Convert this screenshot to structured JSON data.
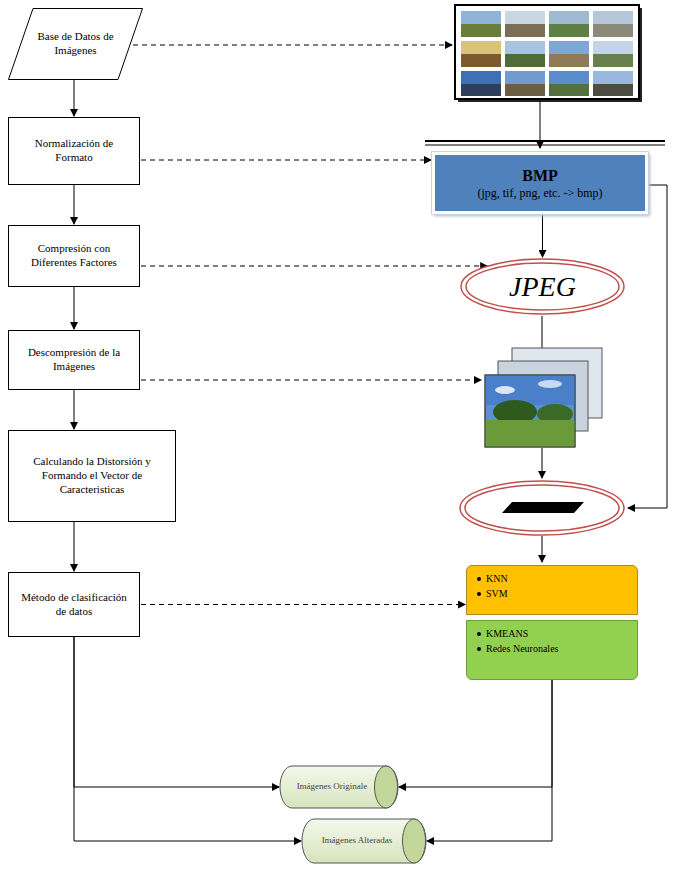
{
  "diagram": {
    "nodes": [
      {
        "text": [
          "Base de Datos de Imágenes"
        ]
      },
      {
        "text": [
          "Normalización de Formato"
        ]
      },
      {
        "text": [
          "Compresión con Diferentes Factores"
        ]
      },
      {
        "text": [
          "Descompresión de la Imágenes"
        ]
      },
      {
        "text": [
          "Calculando la Distorsión y Formando el Vector de Caracteristicas"
        ]
      },
      {
        "text": [
          "Método de clasificación de datos"
        ]
      },
      {
        "text": [
          "BMP",
          "(jpg, tif, png, etc. -> bmp)"
        ]
      },
      {
        "text": [
          "JPEG"
        ]
      },
      {
        "text": [
          "KNN",
          "SVM"
        ]
      },
      {
        "text": [
          "KMEANS",
          "Redes Neuronales"
        ]
      },
      {
        "text": [
          "Imágenes Originale"
        ]
      },
      {
        "text": [
          "Imágenes Alteradas"
        ]
      }
    ],
    "edges": [
      {
        "from": 0,
        "to": 1,
        "arrow": "to"
      },
      {
        "from": 1,
        "to": 2,
        "arrow": "to"
      },
      {
        "from": 2,
        "to": 3,
        "arrow": "to"
      },
      {
        "from": 3,
        "to": 4,
        "arrow": "to"
      },
      {
        "from": 4,
        "to": 5,
        "arrow": "to"
      },
      {
        "from": 1,
        "to": 6,
        "arrow": "to"
      },
      {
        "from": 2,
        "to": 7,
        "arrow": "to"
      },
      {
        "from": 5,
        "to": 8,
        "arrow": "to"
      },
      {
        "from": 6,
        "to": 7,
        "arrow": "to"
      },
      {
        "from": 9,
        "to": 10,
        "arrow": "to"
      },
      {
        "from": 9,
        "to": 11,
        "arrow": "to"
      },
      {
        "from": 5,
        "to": 10,
        "arrow": "to"
      },
      {
        "from": 5,
        "to": 11,
        "arrow": "to"
      }
    ]
  }
}
